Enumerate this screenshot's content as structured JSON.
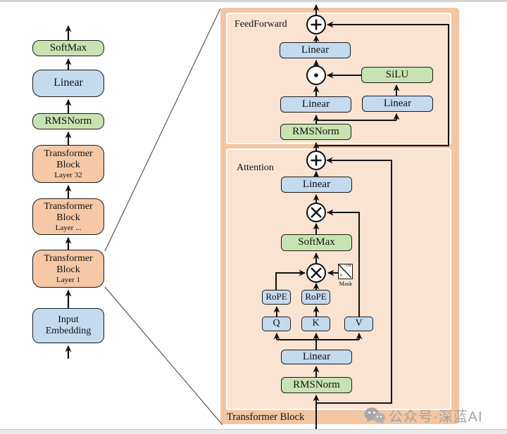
{
  "colors": {
    "orange_block": "#F6C8A6",
    "blue_block": "#C3DAEF",
    "green_block": "#C8E3B2",
    "panel_border_fill": "#F4C5A1",
    "panel_inner_fill": "#FBE3D2",
    "wire": "#111111",
    "watermark_gray": "#A3A3A3"
  },
  "ops": {
    "add": "⊕",
    "elementwise_product": "⊙",
    "matmul": "⊗"
  },
  "left_column": {
    "softmax": "SoftMax",
    "linear": "Linear",
    "rmsnorm": "RMSNorm",
    "block32": {
      "line1": "Transformer",
      "line2": "Block",
      "line3": "Layer 32"
    },
    "block_mid": {
      "line1": "Transformer",
      "line2": "Block",
      "line3": "Layer ..."
    },
    "block1": {
      "line1": "Transformer",
      "line2": "Block",
      "line3": "Layer 1"
    },
    "input_embedding": {
      "line1": "Input",
      "line2": "Embedding"
    }
  },
  "panel": {
    "title": "Transformer Block",
    "feedforward": {
      "label": "FeedForward",
      "linear_out": "Linear",
      "silu": "SiLU",
      "linear_gate": "Linear",
      "linear_up": "Linear",
      "rmsnorm": "RMSNorm"
    },
    "attention": {
      "label": "Attention",
      "linear_out": "Linear",
      "softmax": "SoftMax",
      "mask_label": "Mask",
      "mask_neg": "-INF",
      "mask_zero": "0",
      "rope_q": "RoPE",
      "rope_k": "RoPE",
      "q": "Q",
      "k": "K",
      "v": "V",
      "linear_in": "Linear",
      "rmsnorm": "RMSNorm"
    }
  },
  "watermark": {
    "text": "公众号·深蓝AI"
  }
}
